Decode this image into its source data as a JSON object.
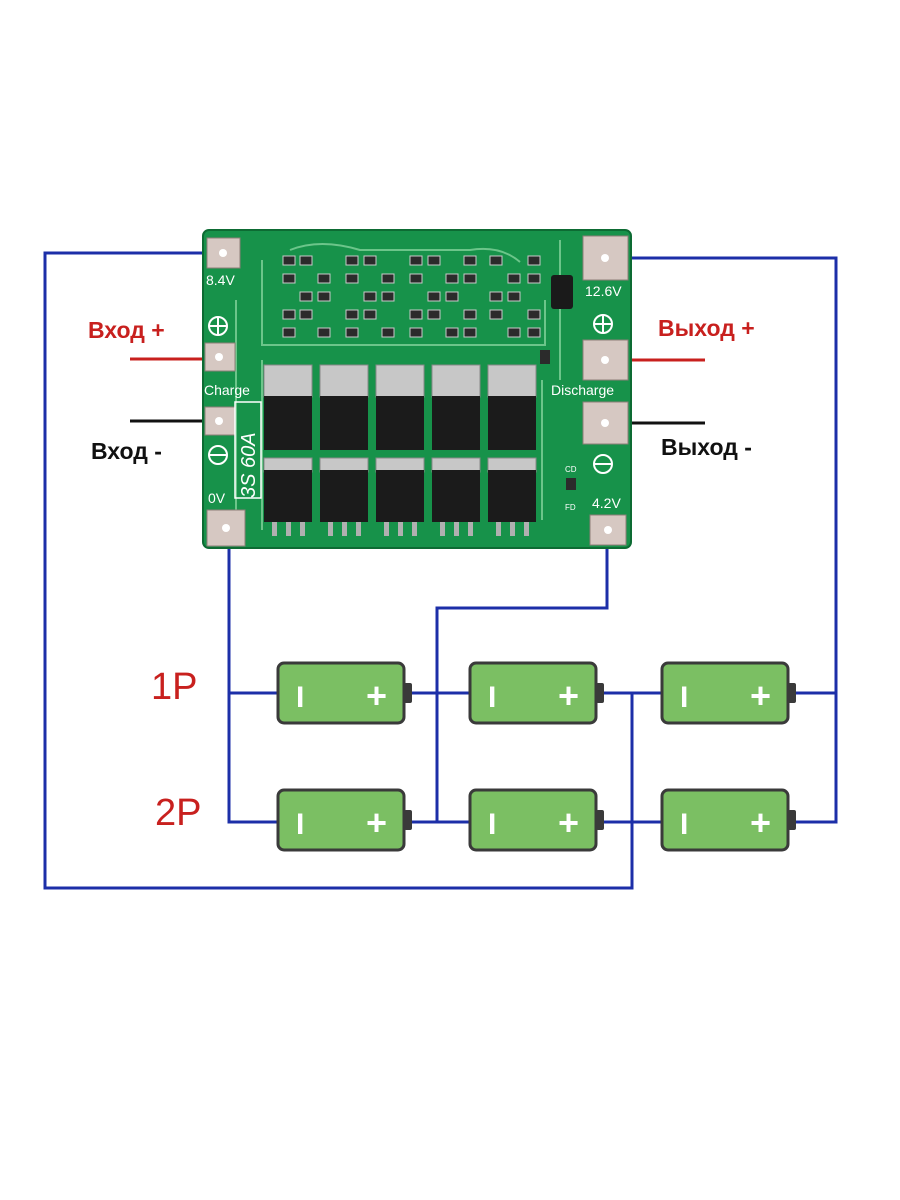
{
  "colors": {
    "wire": "#1c2fa8",
    "pcb": "#17924a",
    "pcb_dark": "#0f7a3a",
    "trace": "#6cc58a",
    "label_red": "#c8201e",
    "battery_fill": "#7bbf63",
    "battery_stroke": "#3a3a3a"
  },
  "board": {
    "silk_8_4v": "8.4V",
    "silk_12_6v": "12.6V",
    "silk_charge": "Charge",
    "silk_discharge": "Discharge",
    "silk_0v": "0V",
    "silk_4_2v": "4.2V",
    "silk_model": "3S 60A",
    "silk_cd": "CD",
    "silk_fd": "FD"
  },
  "labels": {
    "input_plus": "Вход  +",
    "input_minus": "Вход  -",
    "output_plus": "Выход  +",
    "output_minus": "Выход  -"
  },
  "batteries": {
    "row1": "1P",
    "row2": "2P",
    "minus_sign": "I",
    "plus_sign": "+"
  }
}
